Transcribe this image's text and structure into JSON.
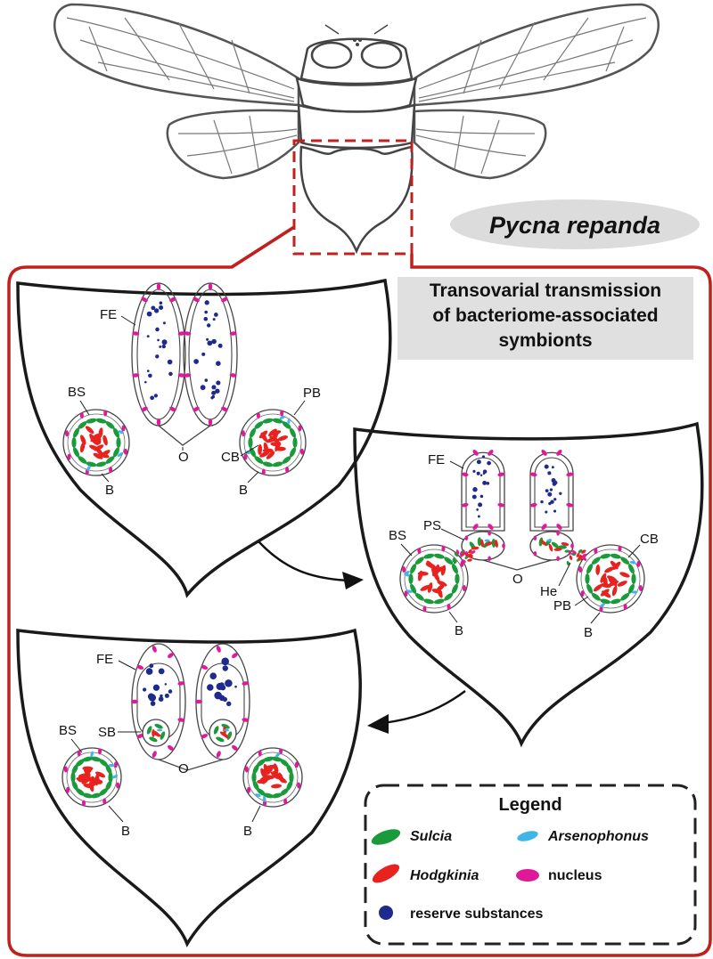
{
  "species_name": "Pycna repanda",
  "title_lines": [
    "Transovarial transmission",
    "of bacteriome-associated",
    "symbionts"
  ],
  "labels": {
    "FE": "FE",
    "BS": "BS",
    "PB": "PB",
    "CB": "CB",
    "B": "B",
    "O": "O",
    "PS": "PS",
    "He": "He",
    "SB": "SB"
  },
  "legend": {
    "title": "Legend",
    "items": [
      {
        "label": "Sulcia",
        "color": "#1a9a3a",
        "italic": true
      },
      {
        "label": "Arsenophonus",
        "color": "#3fb5e8",
        "italic": true
      },
      {
        "label": "Hodgkinia",
        "color": "#e8221f",
        "italic": true
      },
      {
        "label": "nucleus",
        "color": "#e0189a",
        "italic": false
      },
      {
        "label": "reserve substances",
        "color": "#1e2a8c",
        "italic": false
      }
    ]
  },
  "colors": {
    "frame": "#c0211c",
    "outline": "#1a1a1a",
    "sulcia": "#1a9a3a",
    "hodgkinia": "#e8221f",
    "arsenophonus": "#3fb5e8",
    "nucleus": "#e0189a",
    "reserve": "#1e2a8c",
    "species_bg": "#dcdcdc",
    "title_bg": "#e0e0e0"
  }
}
